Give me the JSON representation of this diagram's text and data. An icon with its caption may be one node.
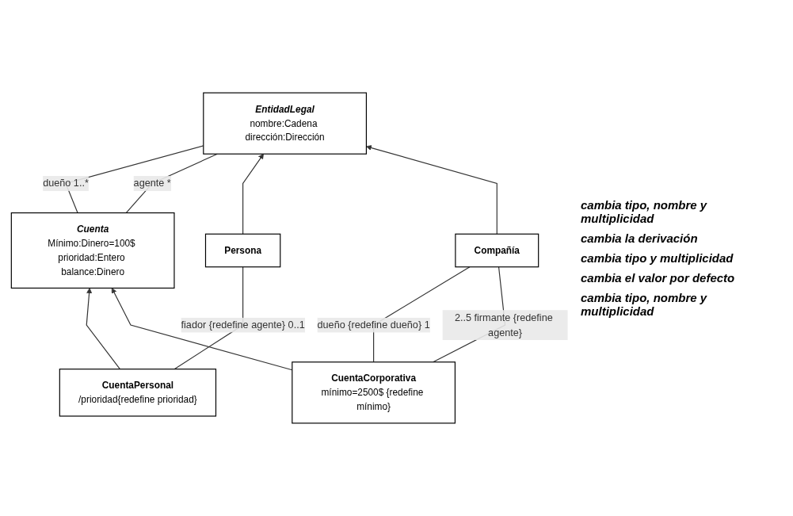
{
  "diagram": {
    "nodes": [
      {
        "text": [
          "Cuenta",
          "Mínimo:Dinero=100$ prioridad:Entero balance:Dinero"
        ]
      },
      {
        "text": [
          "EntidadLegal",
          "nombre:Cadena dirección:Dirección"
        ]
      },
      {
        "text": [
          "CuentaPersonal",
          "/prioridad{redefine prioridad}"
        ]
      },
      {
        "text": [
          "Persona"
        ]
      },
      {
        "text": [
          "CuentaCorporativa",
          "mínimo=2500$ {redefine mínimo}"
        ]
      },
      {
        "text": [
          "Compañía"
        ]
      }
    ],
    "edges": [
      {
        "from": 0,
        "to": 1,
        "arrow": "none",
        "label": "dueño 1..*"
      },
      {
        "from": 0,
        "to": 1,
        "arrow": "none",
        "label": "agente *"
      },
      {
        "from": 2,
        "to": 0,
        "arrow": "to"
      },
      {
        "from": 4,
        "to": 0,
        "arrow": "to"
      },
      {
        "from": 3,
        "to": 1,
        "arrow": "to"
      },
      {
        "from": 5,
        "to": 1,
        "arrow": "to"
      },
      {
        "from": 2,
        "to": 3,
        "arrow": "none",
        "label": "fiador {redefine agente} 0..1"
      },
      {
        "from": 4,
        "to": 5,
        "arrow": "none",
        "label": "dueño {redefine dueño} 1"
      },
      {
        "from": 4,
        "to": 5,
        "arrow": "none",
        "label": "2..5 firmante {redefine agente}"
      }
    ],
    "labels": [
      "cambia tipo, nombre y multiplicidad",
      "cambia la derivación",
      "cambia tipo y multiplicidad",
      "cambia el valor por defecto",
      "cambia tipo, nombre y multiplicidad"
    ]
  }
}
